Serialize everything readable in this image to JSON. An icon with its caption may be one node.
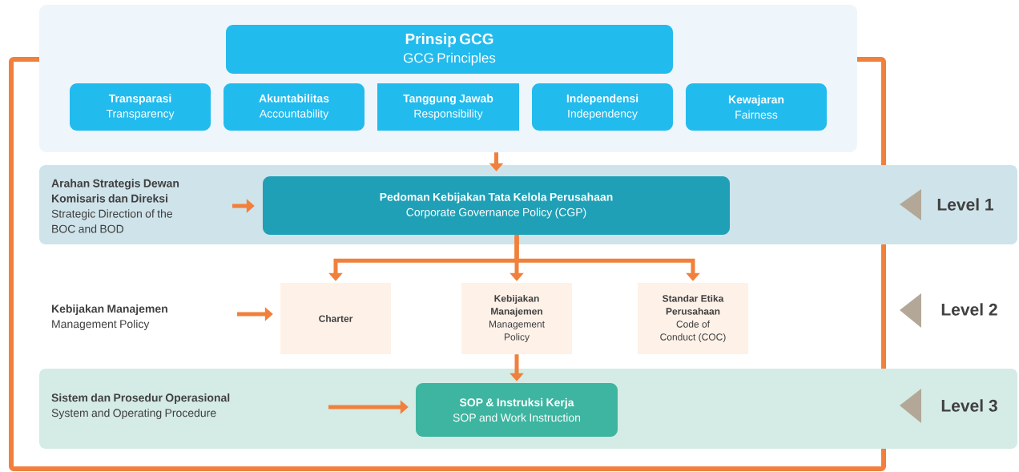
{
  "diagram": {
    "nodes": [
      {
        "text": [],
        "shape": "box"
      },
      {
        "text": [
          "Prinsip GCG",
          "GCG Principles"
        ],
        "in": 0
      },
      {
        "text": [
          "Transparasi",
          "Transparency"
        ],
        "in": 0
      },
      {
        "text": [
          "Akuntabilitas",
          "Accountability"
        ],
        "in": 0
      },
      {
        "text": [
          "Tanggung Jawab",
          "Responsibility"
        ],
        "in": 0
      },
      {
        "text": [
          "Independensi",
          "Independency"
        ],
        "in": 0
      },
      {
        "text": [
          "Kewajaran",
          "Fairness"
        ],
        "in": 0
      },
      {
        "text": [],
        "shape": "bar"
      },
      {
        "text": [
          "Arahan Strategis Dewan Komisaris dan Direksi",
          "Strategic Direction of the BOC and BOD"
        ],
        "in": 7
      },
      {
        "text": [
          "Pedoman Kebijakan Tata Kelola Perusahaan",
          "Corporate Governance Policy (CGP)"
        ],
        "in": 7
      },
      {
        "text": [
          "Kebijakan Manajemen",
          "Management Policy"
        ]
      },
      {
        "text": [
          "Charter"
        ]
      },
      {
        "text": [
          "Kebijakan Manajemen",
          "Management Policy"
        ]
      },
      {
        "text": [
          "Standar Etika Perusahaan",
          "Code of Conduct (COC)"
        ]
      },
      {
        "text": [],
        "shape": "bar"
      },
      {
        "text": [
          "Sistem dan Prosedur Operasional",
          "System and Operating Procedure"
        ],
        "in": 14
      },
      {
        "text": [
          "SOP & Instruksi Kerja",
          "SOP and Work Instruction"
        ],
        "in": 14
      }
    ],
    "edges": [
      {
        "from": 0,
        "to": 9,
        "arrow": "to"
      },
      {
        "from": null,
        "to": 9,
        "arrow": "to"
      },
      {
        "from": 9,
        "to": 11,
        "arrow": "to"
      },
      {
        "from": 9,
        "to": 12,
        "arrow": "to"
      },
      {
        "from": 9,
        "to": 13,
        "arrow": "to"
      },
      {
        "from": null,
        "to": 11,
        "arrow": "to"
      },
      {
        "from": 12,
        "to": 16,
        "arrow": "to"
      },
      {
        "from": null,
        "to": 16,
        "arrow": "to"
      }
    ],
    "labels": [
      "Level 1",
      "Level 2",
      "Level 3"
    ]
  }
}
